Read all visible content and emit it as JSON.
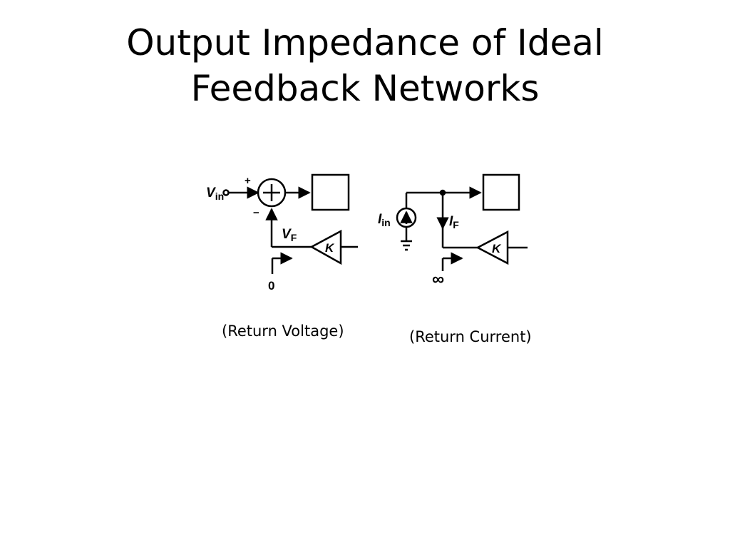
{
  "slide": {
    "title_line1": "Output Impedance of Ideal",
    "title_line2": "Feedback Networks"
  },
  "voltage_circuit": {
    "input_label_main": "V",
    "input_label_sub": "in",
    "plus_sign": "+",
    "minus_sign": "−",
    "feedback_label_main": "V",
    "feedback_label_sub": "F",
    "gain_label": "K",
    "impedance_value": "0",
    "caption": "(Return Voltage)"
  },
  "current_circuit": {
    "input_label_main": "I",
    "input_label_sub": "in",
    "feedback_label_main": "I",
    "feedback_label_sub": "F",
    "gain_label": "K",
    "impedance_value": "∞",
    "caption": "(Return Current)"
  },
  "colors": {
    "line": "#000000",
    "background": "#ffffff"
  }
}
